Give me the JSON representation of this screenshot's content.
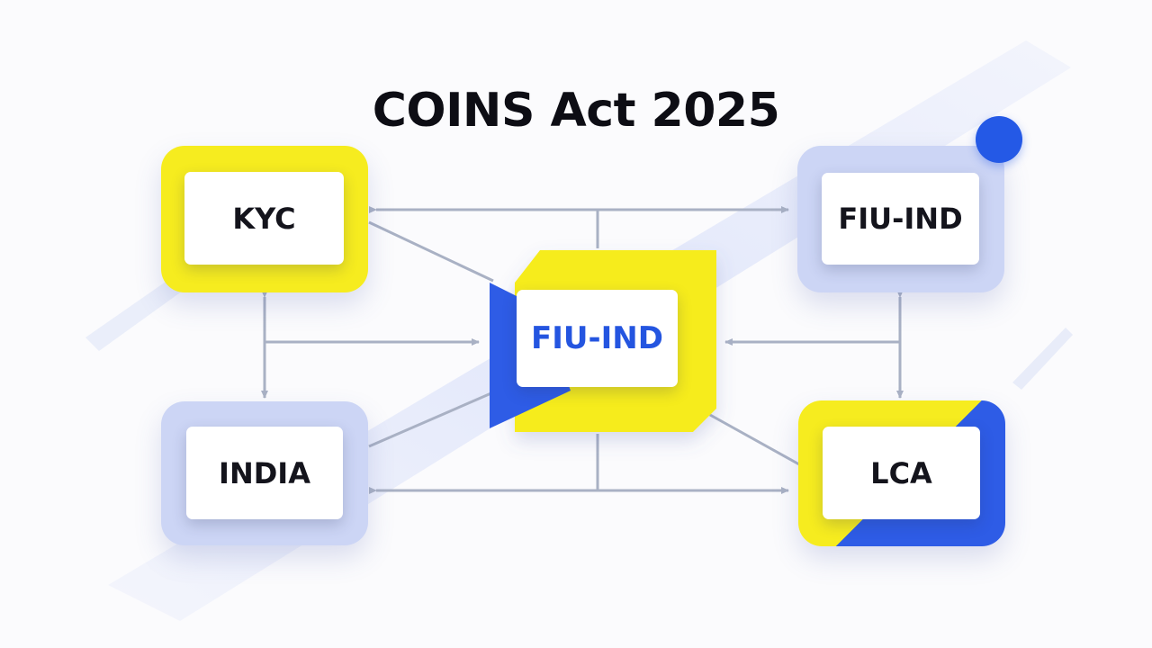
{
  "title": "COINS Act 2025",
  "nodes": {
    "kyc": {
      "label": "KYC"
    },
    "fiu_top_right": {
      "label": "FIU-IND"
    },
    "fiu_center": {
      "label": "FIU-IND"
    },
    "india": {
      "label": "INDIA"
    },
    "lca": {
      "label": "LCA"
    }
  },
  "colors": {
    "yellow": "#f6ec1f",
    "blue": "#2e5ce6",
    "lavender": "#ccd5f5",
    "connector": "#a9b1c4",
    "title": "#0d0d14",
    "center_text": "#2455e0"
  }
}
